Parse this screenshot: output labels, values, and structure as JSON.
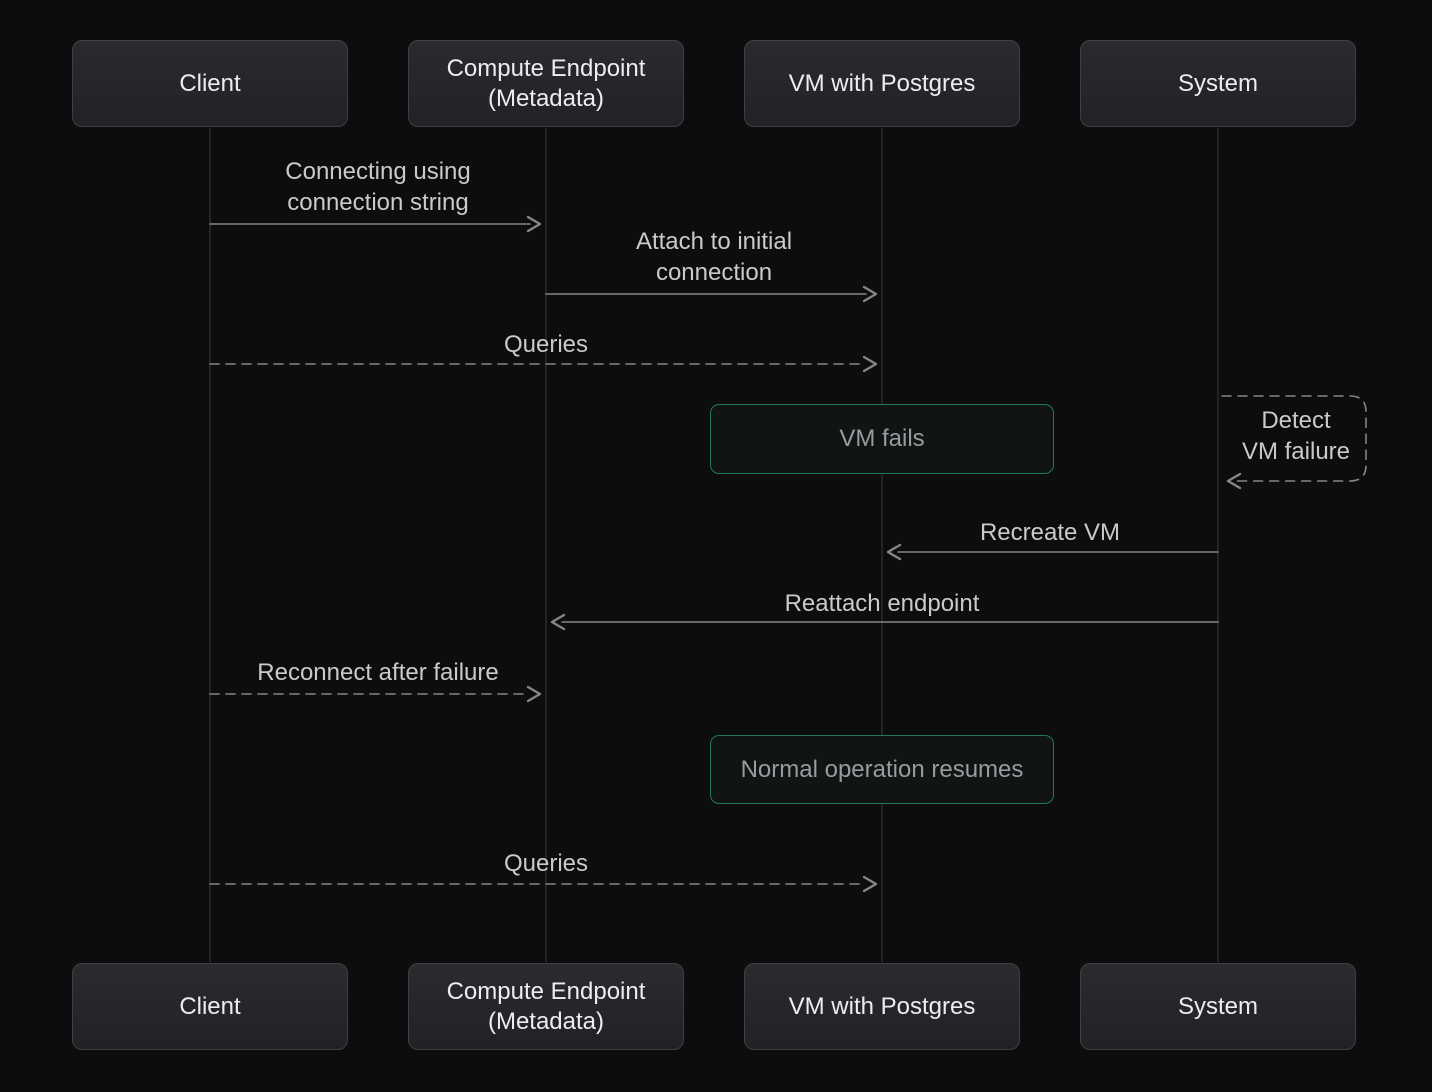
{
  "diagram": {
    "type": "sequence",
    "actors": [
      {
        "id": "client",
        "label": "Client"
      },
      {
        "id": "compute-endpoint",
        "label": "Compute Endpoint\n(Metadata)"
      },
      {
        "id": "vm-postgres",
        "label": "VM with Postgres"
      },
      {
        "id": "system",
        "label": "System"
      }
    ],
    "messages": [
      {
        "kind": "arrow",
        "from": "Client",
        "to": "Compute Endpoint (Metadata)",
        "line": "solid",
        "label": "Connecting using\nconnection string"
      },
      {
        "kind": "arrow",
        "from": "Compute Endpoint (Metadata)",
        "to": "VM with Postgres",
        "line": "solid",
        "label": "Attach to initial\nconnection"
      },
      {
        "kind": "arrow",
        "from": "Client",
        "to": "VM with Postgres",
        "line": "dashed",
        "label": "Queries"
      },
      {
        "kind": "note",
        "over": "VM with Postgres",
        "label": "VM fails"
      },
      {
        "kind": "self",
        "actor": "System",
        "line": "dashed",
        "label": "Detect\nVM failure"
      },
      {
        "kind": "arrow",
        "from": "System",
        "to": "VM with Postgres",
        "line": "solid",
        "label": "Recreate VM"
      },
      {
        "kind": "arrow",
        "from": "System",
        "to": "Compute Endpoint (Metadata)",
        "line": "solid",
        "label": "Reattach endpoint"
      },
      {
        "kind": "arrow",
        "from": "Client",
        "to": "Compute Endpoint (Metadata)",
        "line": "dashed",
        "label": "Reconnect after failure"
      },
      {
        "kind": "note",
        "over": "VM with Postgres",
        "label": "Normal operation resumes"
      },
      {
        "kind": "arrow",
        "from": "Client",
        "to": "VM with Postgres",
        "line": "dashed",
        "label": "Queries"
      }
    ],
    "colors": {
      "background": "#0d0d0e",
      "actor_fill": "#242428",
      "actor_border": "#3f3f45",
      "actor_text": "#ededf0",
      "message_text": "#cacace",
      "arrow": "#85858a",
      "lifeline": "#353539",
      "note_border": "#1f7a58",
      "note_fill": "#101412",
      "note_text": "#9a9aa1"
    }
  }
}
